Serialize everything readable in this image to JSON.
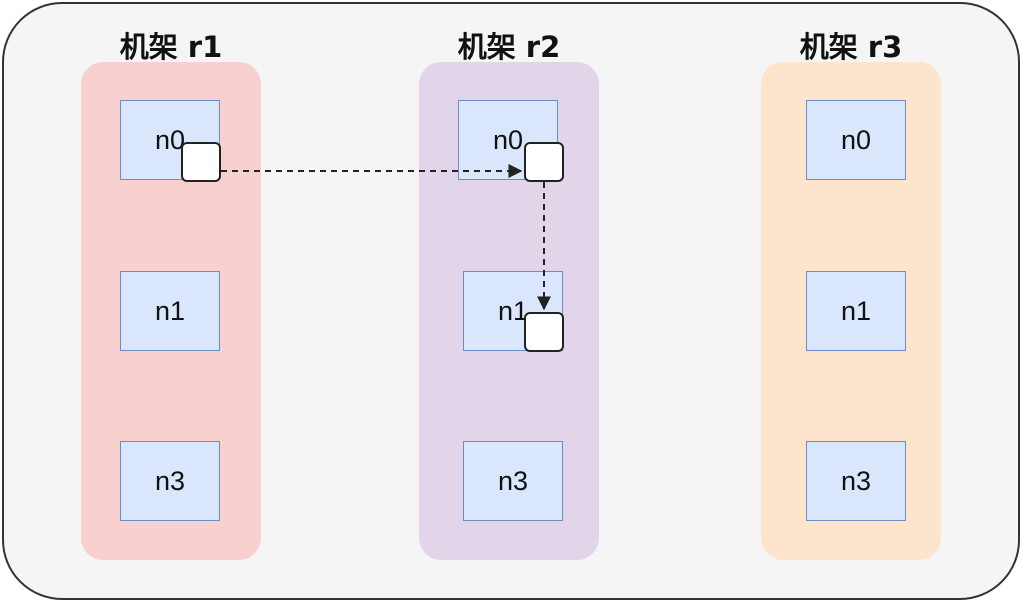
{
  "racks": [
    {
      "title": "机架 r1",
      "color": "#f9d0d0",
      "nodes": [
        "n0",
        "n1",
        "n3"
      ]
    },
    {
      "title": "机架 r2",
      "color": "#e2d5e9",
      "nodes": [
        "n0",
        "n1",
        "n3"
      ]
    },
    {
      "title": "机架 r3",
      "color": "#fde4cc",
      "nodes": [
        "n0",
        "n1",
        "n3"
      ]
    }
  ],
  "colors": {
    "container_bg": "#f5f5f5",
    "node_fill": "#d9e6fb",
    "node_border": "#6b8cc4",
    "arrow": "#222222"
  }
}
